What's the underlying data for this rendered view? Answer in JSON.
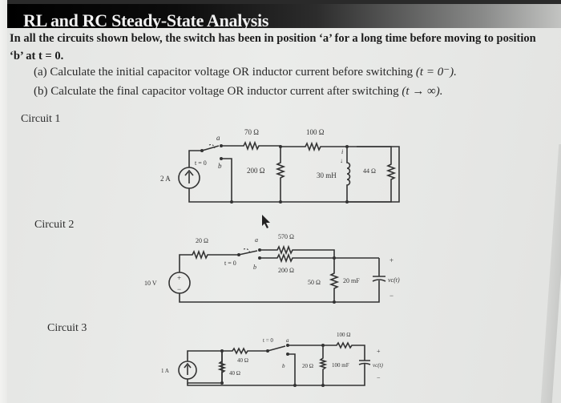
{
  "header": {
    "title": "RL and RC Steady-State Analysis"
  },
  "intro": {
    "text": "In all the circuits shown below, the switch has been in position ‘a’ for a long time before moving to position ‘b’ at t = 0."
  },
  "questions": [
    {
      "label": "(a) Calculate the initial capacitor voltage OR inductor current before switching",
      "condition": "(t = 0⁻)."
    },
    {
      "label": "(b) Calculate the final capacitor voltage OR inductor current after switching",
      "condition": "(t → ∞)."
    }
  ],
  "circuits": [
    {
      "label": "Circuit 1",
      "source": "2 A",
      "switch": {
        "time": "t = 0",
        "pos_a": "a",
        "pos_b": "b"
      },
      "components": {
        "r1": "70 Ω",
        "r2": "200 Ω",
        "r3": "100 Ω",
        "inductor": "30 mH",
        "r4": "44 Ω",
        "current_label": "i"
      }
    },
    {
      "label": "Circuit 2",
      "source": "10 V",
      "source_plus": "+",
      "source_minus": "−",
      "switch": {
        "time": "t = 0",
        "pos_a": "a",
        "pos_b": "b"
      },
      "components": {
        "r1": "20 Ω",
        "r2": "570 Ω",
        "r3": "200 Ω",
        "r4": "50 Ω",
        "capacitor": "20 mF",
        "vc": "vс(t)",
        "plus": "+",
        "minus": "−"
      }
    },
    {
      "label": "Circuit 3",
      "source": "1 A",
      "switch": {
        "time": "t = 0",
        "pos_a": "a",
        "pos_b": "b"
      },
      "components": {
        "r1": "40 Ω",
        "r2": "40 Ω",
        "r3": "20 Ω",
        "r4": "100 Ω",
        "capacitor": "100 mF",
        "vc": "vс(t)",
        "plus": "+",
        "minus": "−"
      }
    }
  ]
}
